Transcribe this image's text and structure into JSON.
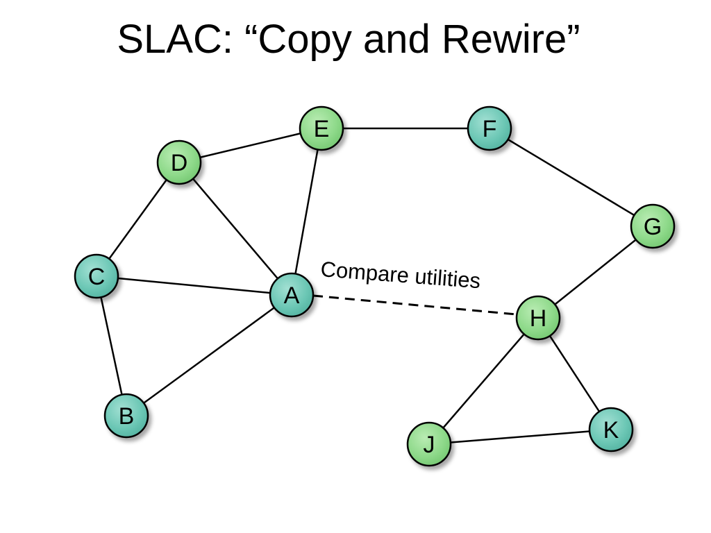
{
  "title": "SLAC: “Copy and Rewire”",
  "colors": {
    "green_node": "#8ed98a",
    "teal_node": "#6cc7b5",
    "edge": "#000000"
  },
  "nodes": [
    {
      "id": "A",
      "label": "A",
      "color": "teal"
    },
    {
      "id": "B",
      "label": "B",
      "color": "teal"
    },
    {
      "id": "C",
      "label": "C",
      "color": "teal"
    },
    {
      "id": "D",
      "label": "D",
      "color": "green"
    },
    {
      "id": "E",
      "label": "E",
      "color": "green"
    },
    {
      "id": "F",
      "label": "F",
      "color": "teal"
    },
    {
      "id": "G",
      "label": "G",
      "color": "green"
    },
    {
      "id": "H",
      "label": "H",
      "color": "green"
    },
    {
      "id": "J",
      "label": "J",
      "color": "green"
    },
    {
      "id": "K",
      "label": "K",
      "color": "teal"
    }
  ],
  "edges": [
    {
      "from": "D",
      "to": "E"
    },
    {
      "from": "E",
      "to": "F"
    },
    {
      "from": "F",
      "to": "G"
    },
    {
      "from": "G",
      "to": "H"
    },
    {
      "from": "D",
      "to": "C"
    },
    {
      "from": "D",
      "to": "A"
    },
    {
      "from": "E",
      "to": "A"
    },
    {
      "from": "C",
      "to": "A"
    },
    {
      "from": "C",
      "to": "B"
    },
    {
      "from": "B",
      "to": "A"
    },
    {
      "from": "H",
      "to": "J"
    },
    {
      "from": "H",
      "to": "K"
    },
    {
      "from": "J",
      "to": "K"
    }
  ],
  "compare_edge": {
    "from": "A",
    "to": "H",
    "label": "Compare utilities",
    "style": "dashed"
  }
}
